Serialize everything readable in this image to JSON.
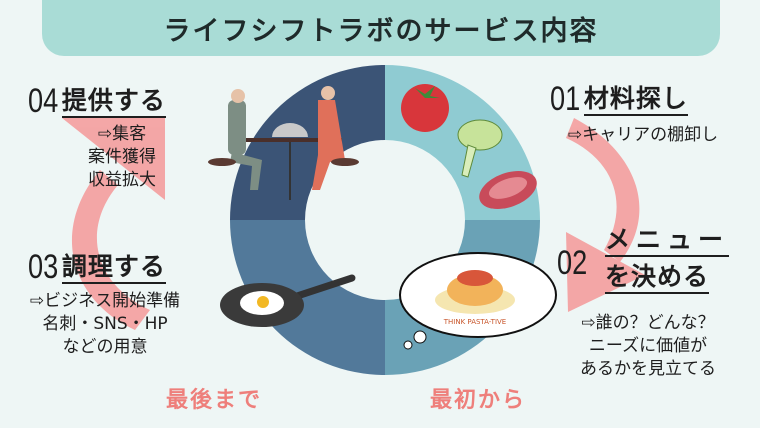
{
  "title": "ライフシフトラボのサービス内容",
  "steps": [
    {
      "num": "01",
      "title": "材料探し",
      "desc": [
        "⇨キャリアの棚卸し"
      ]
    },
    {
      "num": "02",
      "title_lines": [
        "メニュー",
        "を決める"
      ],
      "desc": [
        "⇨誰の？どんな？",
        "ニーズに価値が",
        "あるかを見立てる"
      ]
    },
    {
      "num": "03",
      "title": "調理する",
      "desc": [
        "⇨ビジネス開始準備",
        "名刺・SNS・HP",
        "などの用意"
      ]
    },
    {
      "num": "04",
      "title": "提供する",
      "desc": [
        "⇨集客",
        "案件獲得",
        "収益拡大"
      ]
    }
  ],
  "labels": {
    "start": "最初から",
    "end": "最後まで"
  },
  "pasta_caption": "THINK PASTA-TIVE",
  "colors": {
    "q1": "#8fcbd2",
    "q2": "#6aa2b6",
    "q3": "#52799a",
    "q4": "#3b5476",
    "arrow": "#f4a0a0",
    "accent": "#ee7f7b",
    "banner": "#a9dcd6"
  }
}
